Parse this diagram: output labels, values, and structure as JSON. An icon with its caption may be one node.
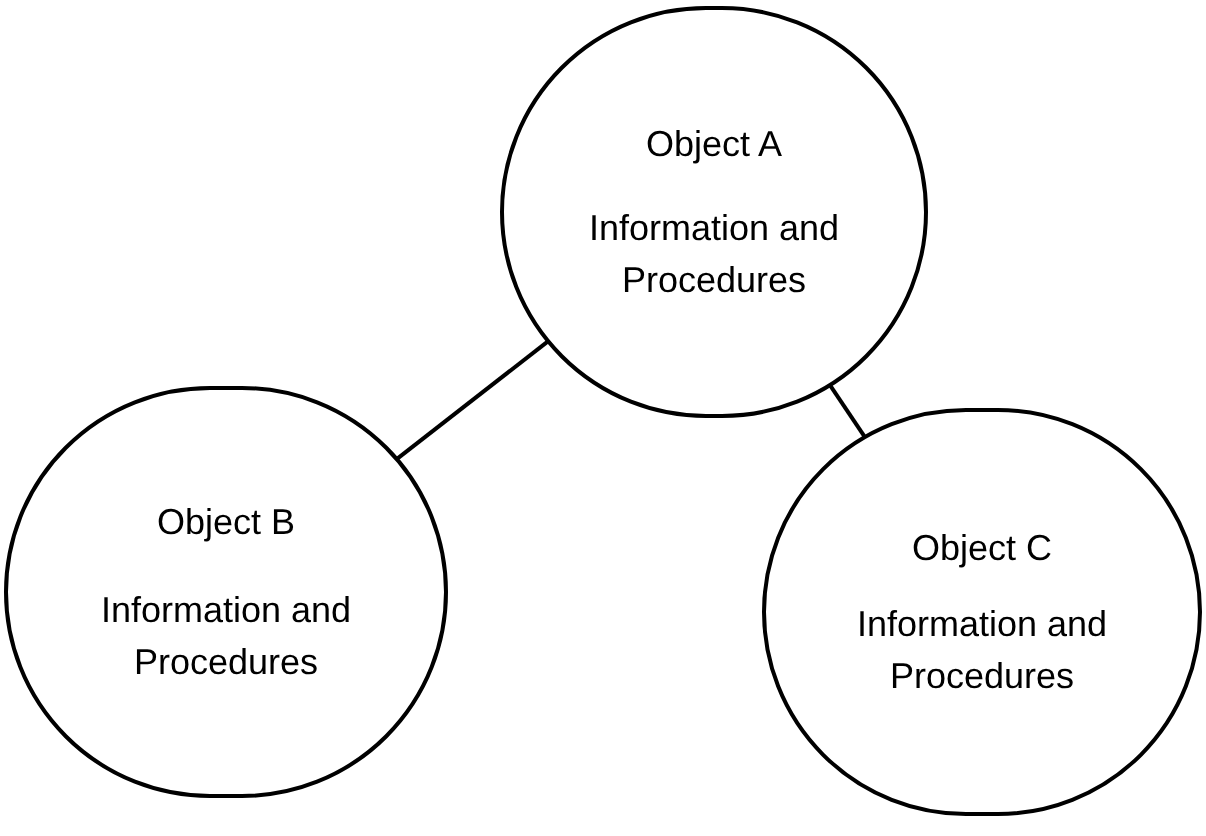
{
  "diagram": {
    "nodes": [
      {
        "text": [
          "Object A",
          "Information and Procedures"
        ]
      },
      {
        "text": [
          "Object B",
          "Information and Procedures"
        ]
      },
      {
        "text": [
          "Object C",
          "Information and Procedures"
        ]
      }
    ],
    "edges": [
      {
        "from": 0,
        "to": 1,
        "arrow": "none"
      },
      {
        "from": 0,
        "to": 2,
        "arrow": "none"
      }
    ]
  }
}
